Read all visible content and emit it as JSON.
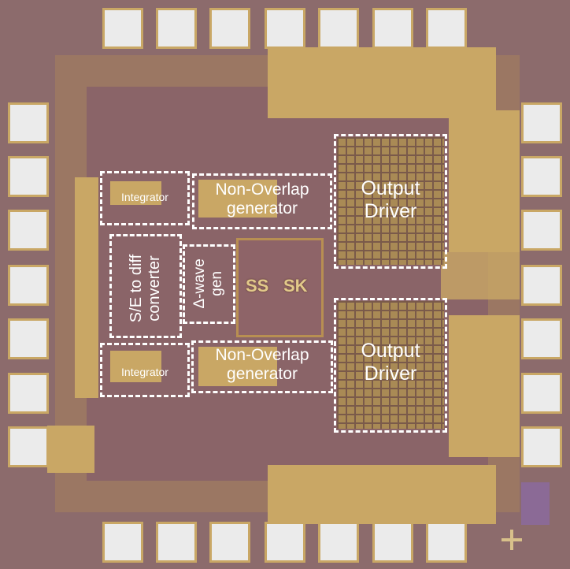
{
  "labels": {
    "integrator_top": "Integrator",
    "non_overlap_top": [
      "Non-Overlap",
      "generator"
    ],
    "output_driver_top": [
      "Output",
      "Driver"
    ],
    "se_to_diff": [
      "S/E to diff",
      "converter"
    ],
    "delta_wave": [
      "Δ-wave",
      "gen"
    ],
    "integrator_bottom": "Integrator",
    "non_overlap_bottom": [
      "Non-Overlap",
      "generator"
    ],
    "output_driver_bottom": [
      "Output",
      "Driver"
    ]
  },
  "chip_marks": {
    "left": "SS",
    "right": "SK"
  },
  "colors": {
    "substrate": "#8c6b6c",
    "metal": "#c9a765",
    "pad": "#ebebeb",
    "annotation": "#ffffff"
  }
}
